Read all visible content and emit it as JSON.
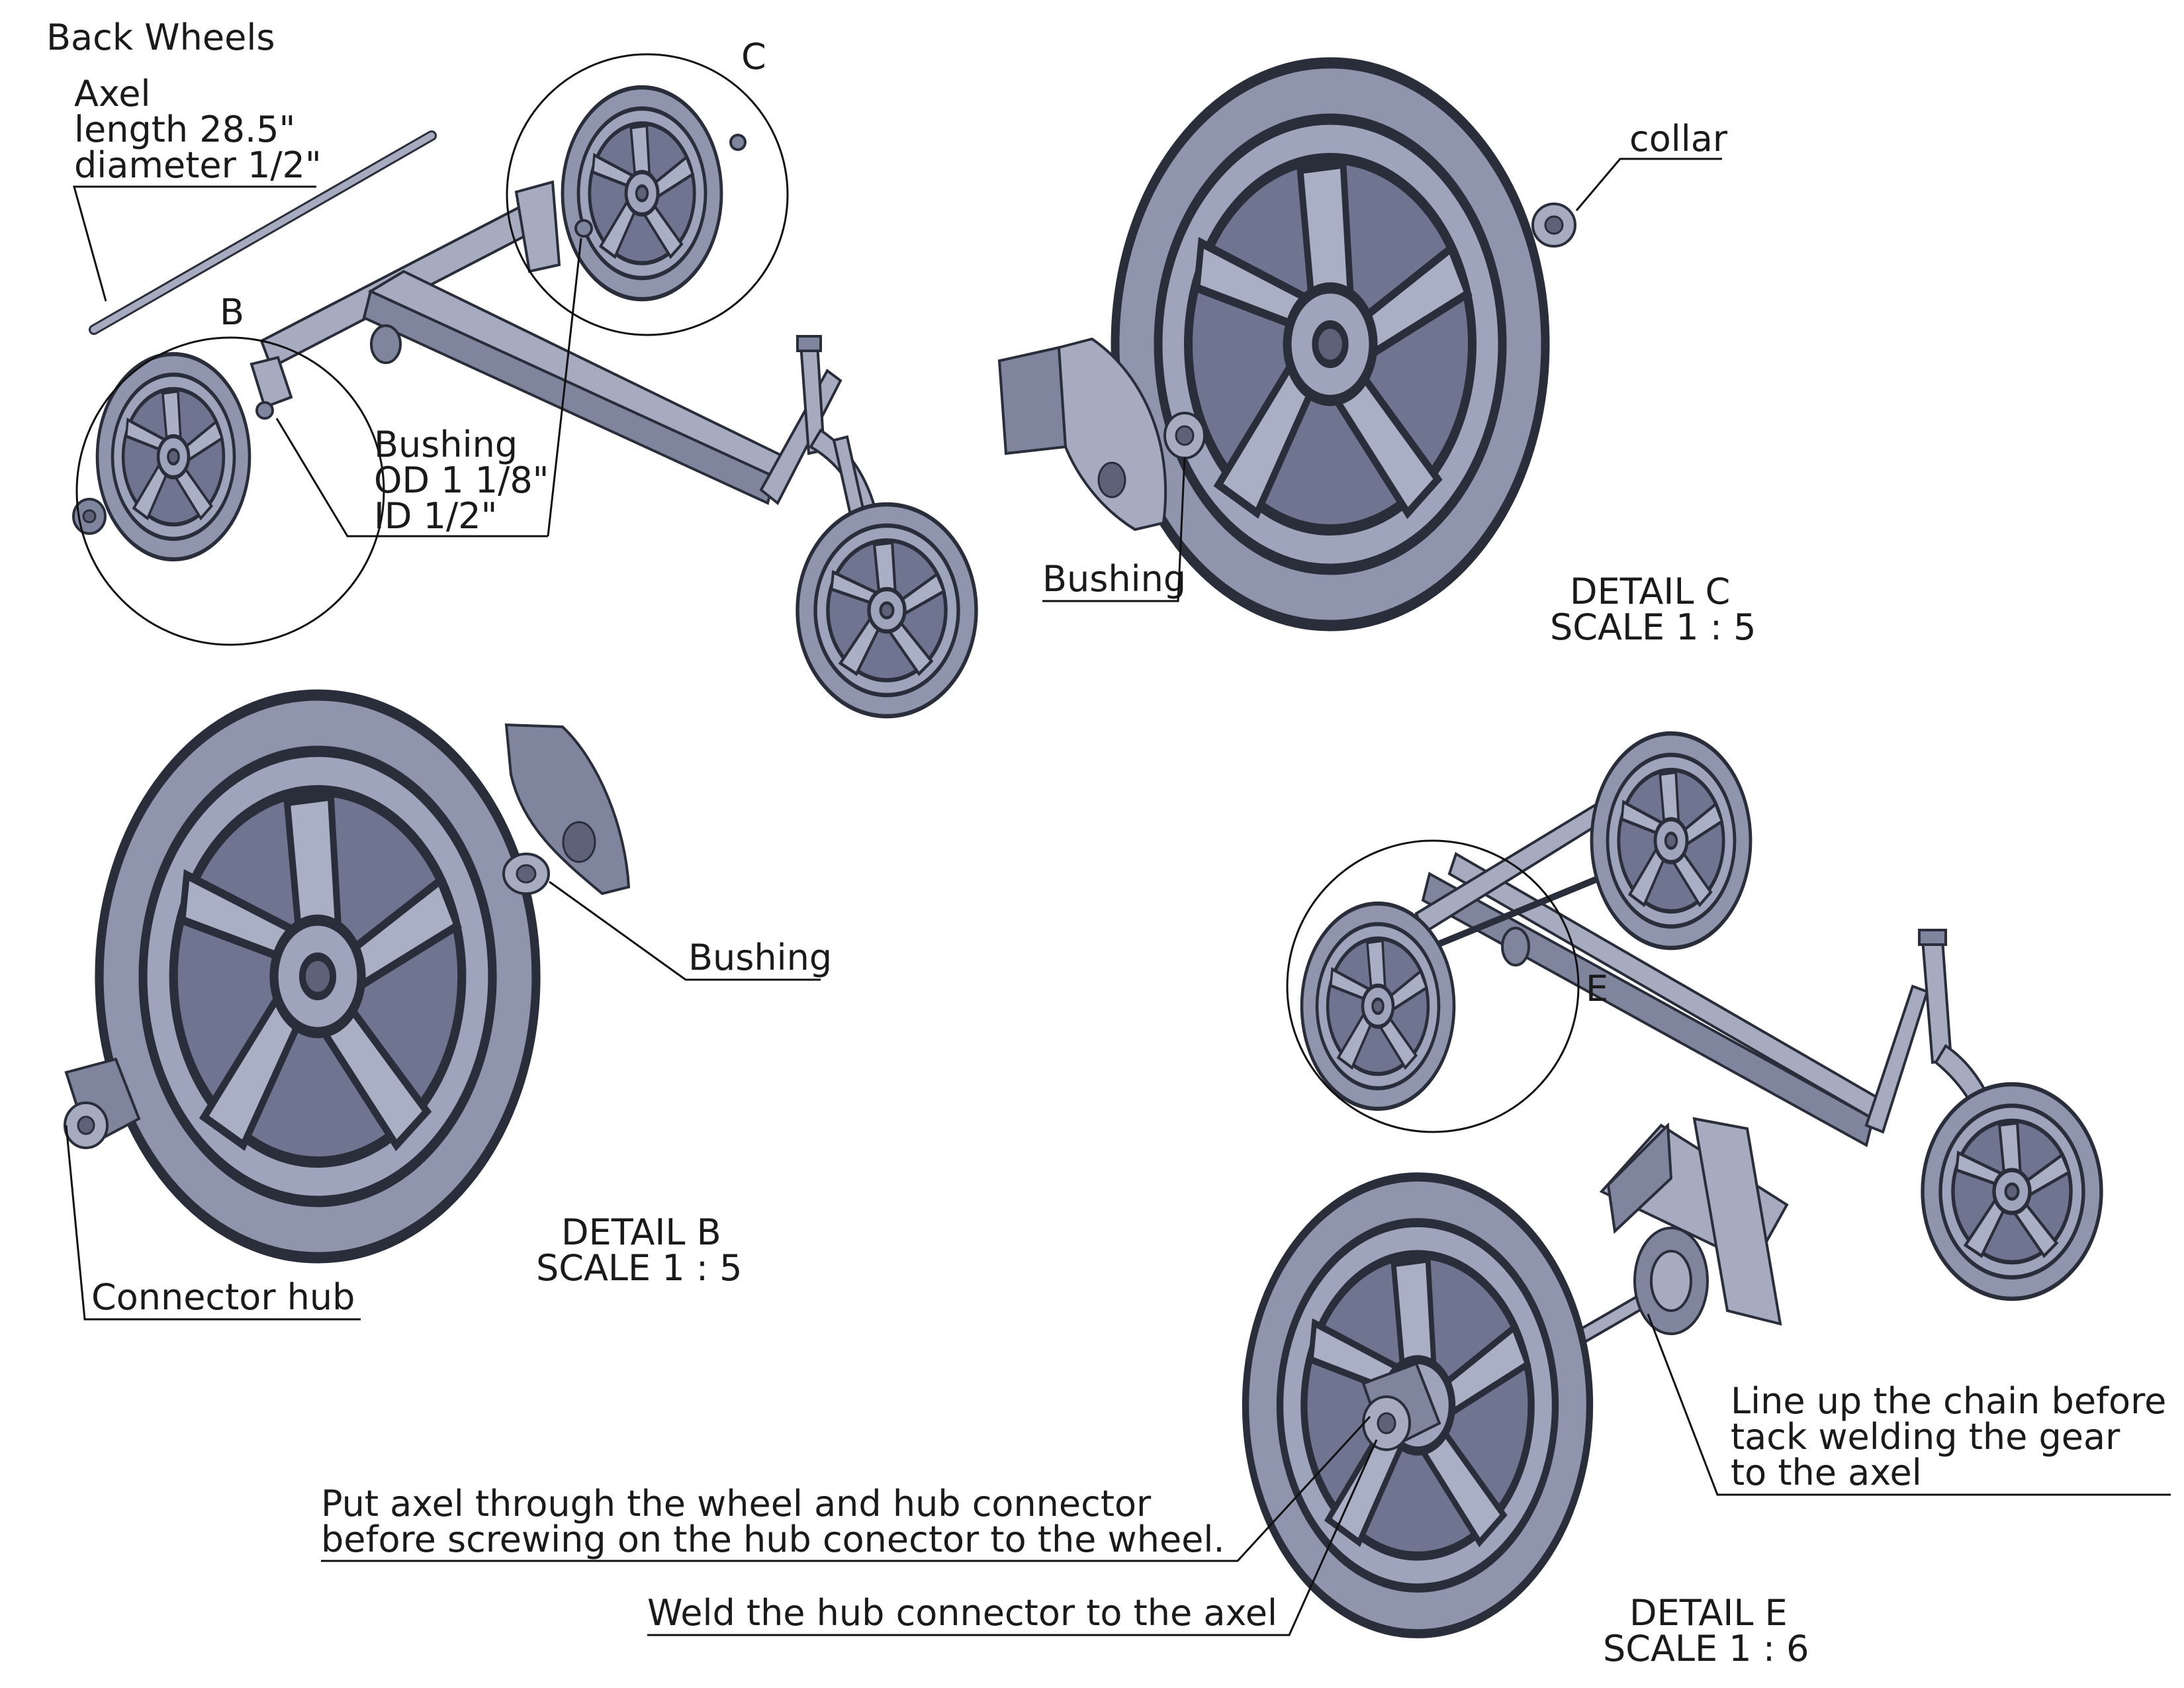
{
  "labels": {
    "title": "Back Wheels",
    "axel_l1": "Axel",
    "axel_l2": "length 28.5\"",
    "axel_l3": "diameter 1/2\"",
    "callout_b": "B",
    "callout_c": "C",
    "callout_e": "E",
    "bushing_spec_l1": "Bushing",
    "bushing_spec_l2": "OD 1 1/8\"",
    "bushing_spec_l3": "ID 1/2\"",
    "bushing_c": "Bushing",
    "collar": "collar",
    "detail_c_l1": "DETAIL C",
    "detail_c_l2": "SCALE 1 : 5",
    "bushing_b": "Bushing",
    "connector_hub": "Connector hub",
    "detail_b_l1": "DETAIL B",
    "detail_b_l2": "SCALE 1 : 5",
    "chain_l1": "Line up the chain before",
    "chain_l2": "tack welding the gear",
    "chain_l3": "to the axel",
    "put_axel_l1": "Put axel through the wheel and hub connector",
    "put_axel_l2": "before screwing on the hub conector to the wheel.",
    "weld_hub": "Weld the hub connector to the axel",
    "detail_e_l1": "DETAIL E",
    "detail_e_l2": "SCALE 1 : 6"
  },
  "colors": {
    "part": "#8f95ad",
    "outline": "#2a2d3a",
    "annotation": "#111111"
  }
}
